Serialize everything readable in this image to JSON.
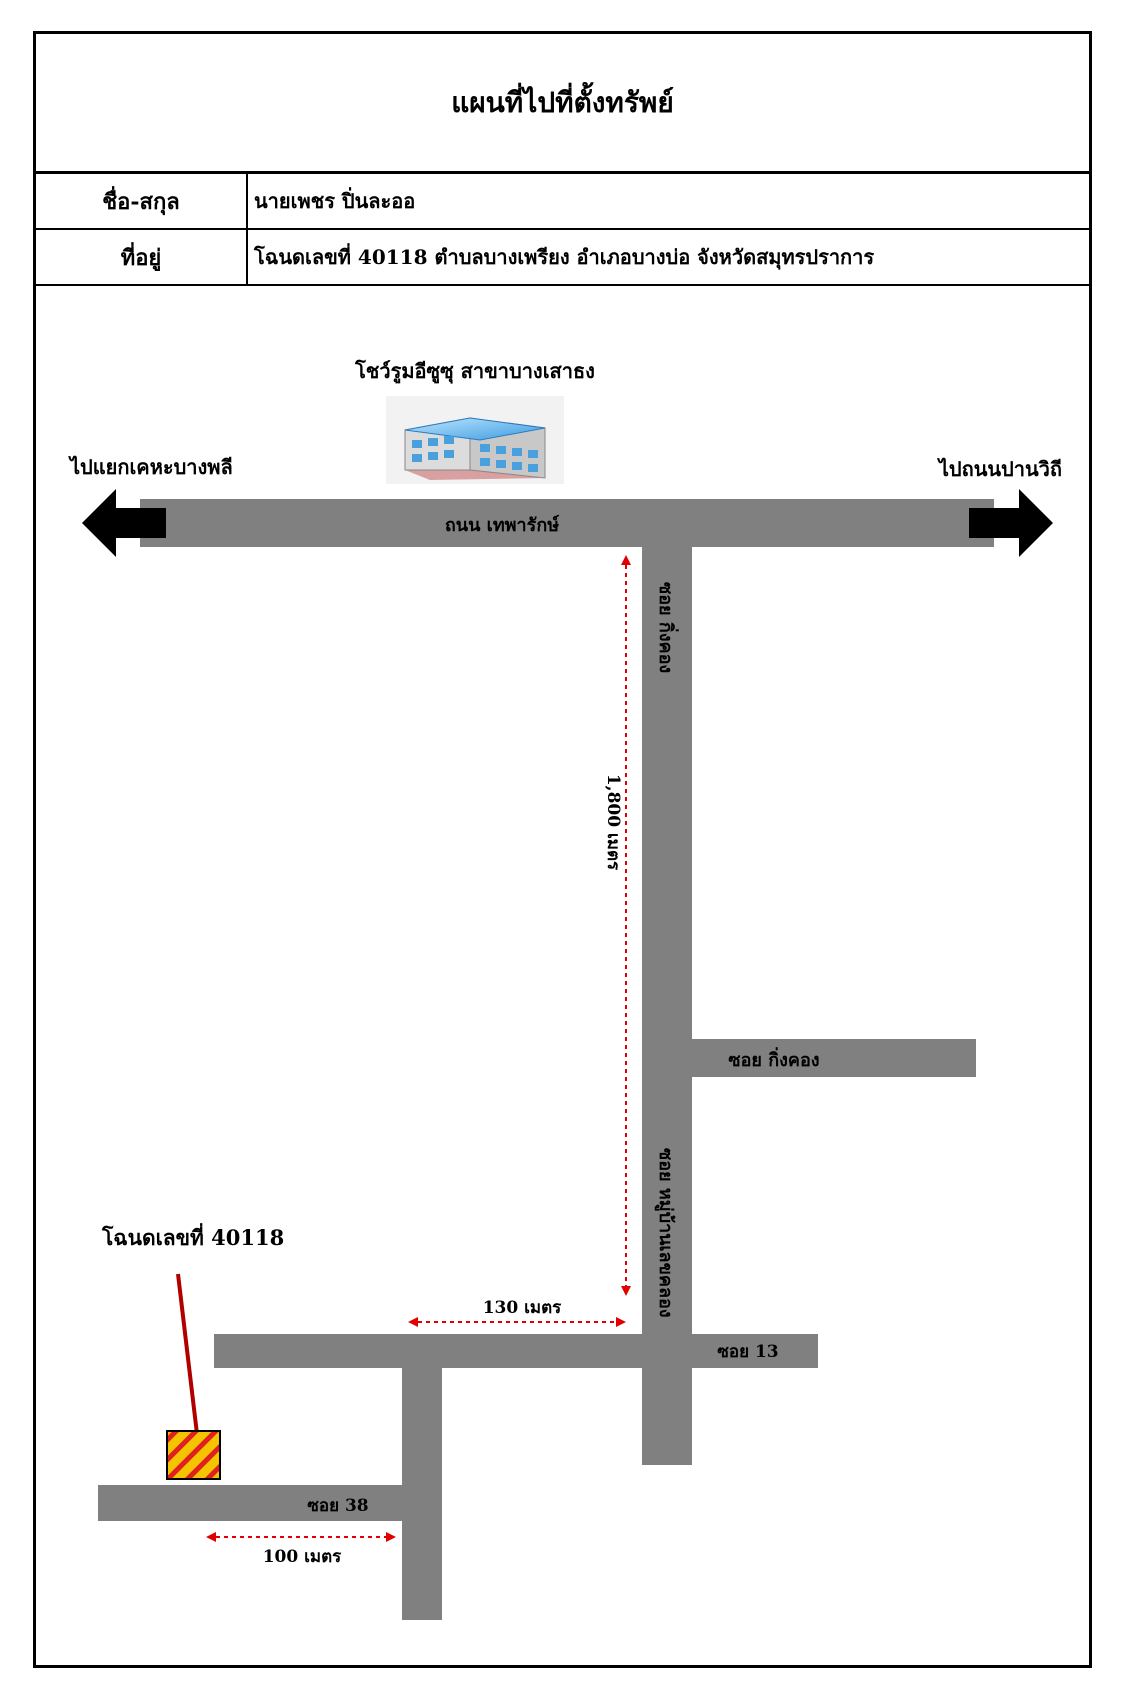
{
  "header": {
    "title": "แผนที่ไปที่ตั้งทรัพย์"
  },
  "info": {
    "name_label": "ชื่อ-สกุล",
    "name_value": "นายเพชร ปิ่นละออ",
    "address_label": "ที่อยู่",
    "address_value": "โฉนดเลขที่ 40118 ตำบลบางเพรียง อำเภอบางบ่อ จังหวัดสมุทรปราการ"
  },
  "map": {
    "landmark": "โชว์รูมอีซูซุ สาขาบางเสาธง",
    "direction_left": "ไปแยกเคหะบางพลี",
    "direction_right": "ไปถนนปานวิถี",
    "main_road": "ถนน เทพารักษ์",
    "soi_vertical_top": "ซอย กิ่งคอง",
    "soi_branch_right": "ซอย กิ่งคอง",
    "soi_vertical_bottom": "ซอย หมู่บ้านเลขคลอง",
    "soi_13": "ซอย 13",
    "soi_38": "ซอย 38",
    "dist_1800": "1,800 เมตร",
    "dist_130": "130 เมตร",
    "dist_100": "100 เมตร",
    "deed_label": "โฉนดเลขที่ 40118",
    "colors": {
      "road": "#808080",
      "dimension": "#e00000",
      "pointer": "#b00000",
      "plot_fill": "#f5c400",
      "plot_stripe": "#e02020",
      "arrow": "#000000"
    }
  }
}
